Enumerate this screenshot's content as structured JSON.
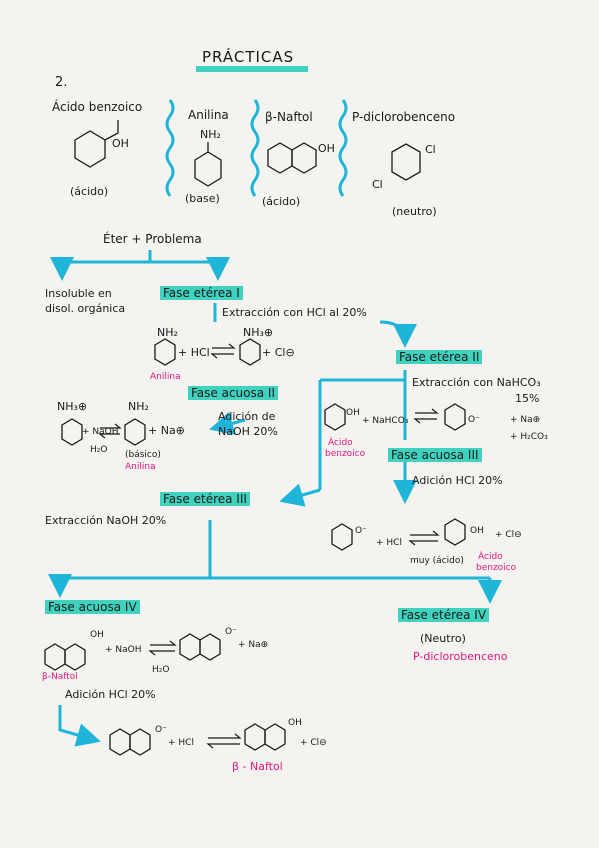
{
  "title": "PRÁCTICAS",
  "section": "2.",
  "compounds": [
    {
      "name": "Ácido benzoico",
      "group": "OH",
      "type": "(ácido)"
    },
    {
      "name": "Anilina",
      "group": "NH₂",
      "type": "(base)"
    },
    {
      "name": "β-Naftol",
      "group": "OH",
      "type": "(ácido)"
    },
    {
      "name": "P-diclorobenceno",
      "group": "Cl",
      "group2": "Cl",
      "type": "(neutro)"
    }
  ],
  "start": "Éter + Problema",
  "insoluble": [
    "Insoluble en",
    "disol. orgánica"
  ],
  "fe1": "Fase etérea I",
  "step1": "Extracción con HCl al 20%",
  "eq1": {
    "nh2": "NH₂",
    "nh3": "NH₃⊕",
    "plus_hcl": "+ HCl",
    "plus_cl": "+ Cl⊖",
    "anilina": "Anilina"
  },
  "fe2": "Fase etérea II",
  "step2": [
    "Extracción con NaHCO₃",
    "15%"
  ],
  "fa2": "Fase acuosa II",
  "step_naoh": [
    "Adición de",
    "NaOH 20%"
  ],
  "eq2": {
    "nh3": "NH₃⊕",
    "plus_naoh": "+ NaOH",
    "nh2": "NH₂",
    "plus_na": "+ Na⊕",
    "h2o": "H₂O",
    "basico": "(básico)",
    "anilina": "Anilina"
  },
  "eq3": {
    "oh": "OH",
    "plus_nahco3": "+ NaHCO₃",
    "o": "O⁻",
    "plus_na": "+ Na⊕",
    "h2co3": "+ H₂CO₃",
    "acido": [
      "Ácido",
      "benzoico"
    ]
  },
  "fa3": "Fase acuosa III",
  "step3": "Adición HCl 20%",
  "eq4": {
    "o": "O⁻",
    "plus_hcl": "+ HCl",
    "oh": "OH",
    "plus_cl": "+ Cl⊖",
    "muy": "muy (ácido)",
    "acido": [
      "Ácido",
      "benzoico"
    ]
  },
  "fe3": "Fase etérea III",
  "step4": "Extracción NaOH 20%",
  "fa4": "Fase acuosa IV",
  "eq5": {
    "oh": "OH",
    "plus_naoh": "+ NaOH",
    "o": "O⁻",
    "plus_na": "+ Na⊕",
    "h2o": "H₂O",
    "naftol": "β-Naftol"
  },
  "step5": "Adición HCl 20%",
  "fe4": "Fase etérea IV",
  "neutro": "(Neutro)",
  "pdcb": "P-diclorobenceno",
  "eq6": {
    "o": "O⁻",
    "plus_hcl": "+ HCl",
    "oh": "OH",
    "plus_cl": "+ Cl⊖",
    "naftol": "β - Naftol"
  },
  "colors": {
    "accent": "#3fd2bf",
    "arrow": "#1fb5d8",
    "pink": "#e0187a"
  }
}
